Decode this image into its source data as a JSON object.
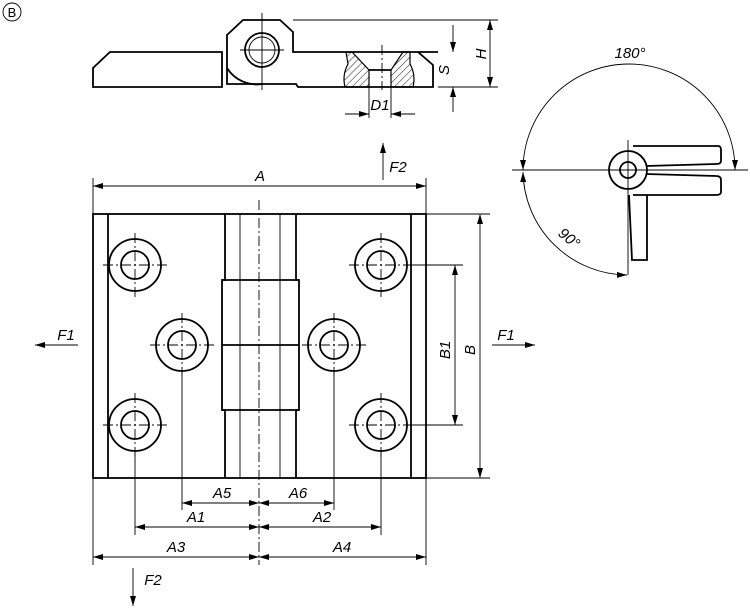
{
  "view_marker": "B",
  "side_view": {
    "labels": {
      "h": "H",
      "s": "S",
      "d1": "D1"
    }
  },
  "front_view": {
    "labels": {
      "a": "A",
      "b": "B",
      "b1": "B1",
      "a1": "A1",
      "a2": "A2",
      "a3": "A3",
      "a4": "A4",
      "a5": "A5",
      "a6": "A6",
      "f1_left": "F1",
      "f1_right": "F1",
      "f2_top": "F2",
      "f2_bottom": "F2"
    }
  },
  "rotation_view": {
    "angle_open": "180°",
    "angle_right": "90°"
  }
}
